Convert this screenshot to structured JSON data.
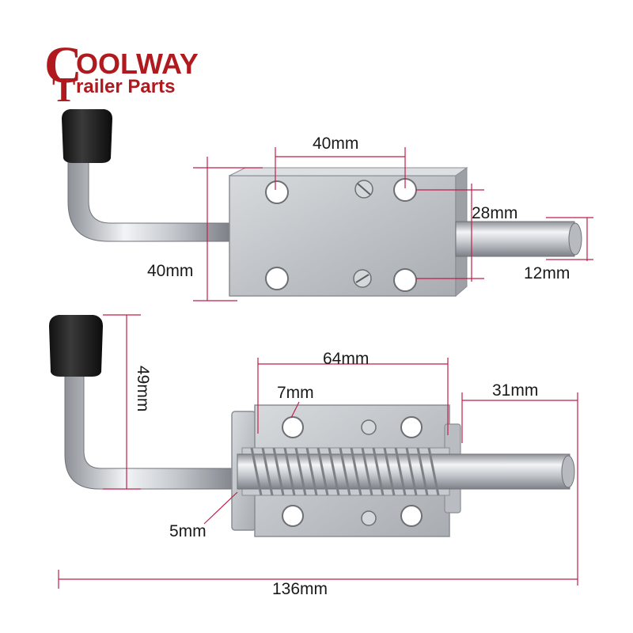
{
  "logo": {
    "initial_c": "C",
    "word1": "OOLWAY",
    "initial_t": "T",
    "word2": "railer Parts"
  },
  "colors": {
    "brand": "#b01a1f",
    "metal": "#c9cdd2",
    "rubber": "#1e1e1e",
    "dimension_line": "#c01e4a"
  },
  "dimensions": {
    "top_plate_hole_spacing": "40mm",
    "top_plate_height": "40mm",
    "top_hole_vertical": "28mm",
    "top_pin_diameter": "12mm",
    "bottom_handle_height": "49mm",
    "bottom_hole_spacing": "64mm",
    "bottom_hole_diameter": "7mm",
    "bottom_pin_extension": "31mm",
    "bottom_plate_thickness": "5mm",
    "overall_length": "136mm"
  }
}
